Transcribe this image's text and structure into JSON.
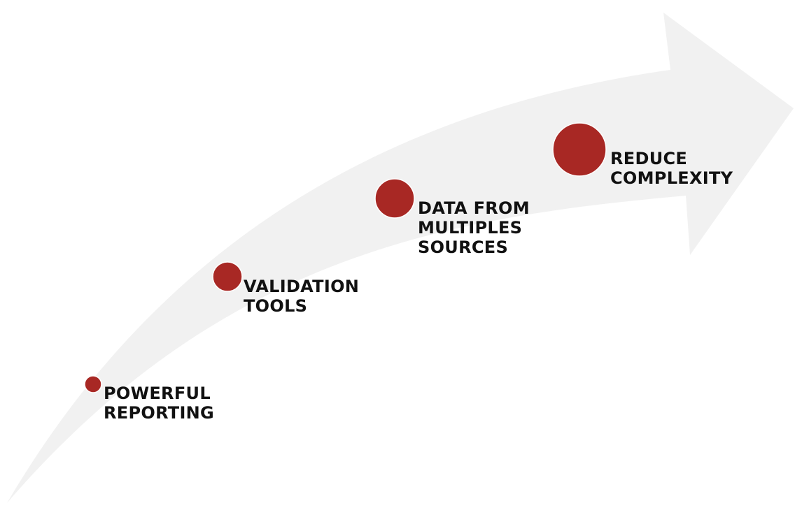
{
  "colors": {
    "arrow": "#f1f1f1",
    "dot": "#a82824",
    "text": "#111111",
    "background": "#ffffff"
  },
  "steps": [
    {
      "lines": [
        "POWERFUL",
        "REPORTING"
      ]
    },
    {
      "lines": [
        "VALIDATION",
        "TOOLS"
      ]
    },
    {
      "lines": [
        "DATA FROM",
        "MULTIPLES",
        "SOURCES"
      ]
    },
    {
      "lines": [
        "REDUCE",
        "COMPLEXITY"
      ]
    }
  ]
}
